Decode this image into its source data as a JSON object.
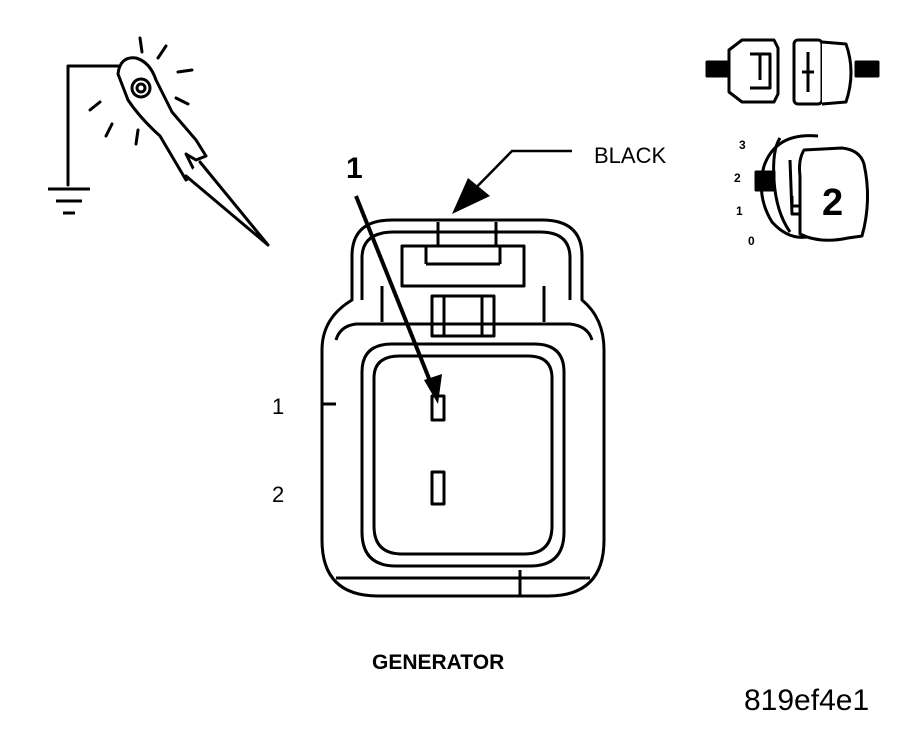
{
  "labels": {
    "wire_color": "BLACK",
    "callout_number": "1",
    "pin_1": "1",
    "pin_2": "2",
    "caption": "GENERATOR",
    "reference_code": "819ef4e1"
  },
  "ignition_switch": {
    "positions": [
      "3",
      "2",
      "1",
      "0"
    ],
    "selected": "2"
  },
  "icons": [
    "ground-symbol-icon",
    "test-light-probe-icon",
    "disconnected-connector-icon",
    "ignition-key-icon"
  ],
  "colors": {
    "line": "#000000",
    "background": "#ffffff"
  }
}
